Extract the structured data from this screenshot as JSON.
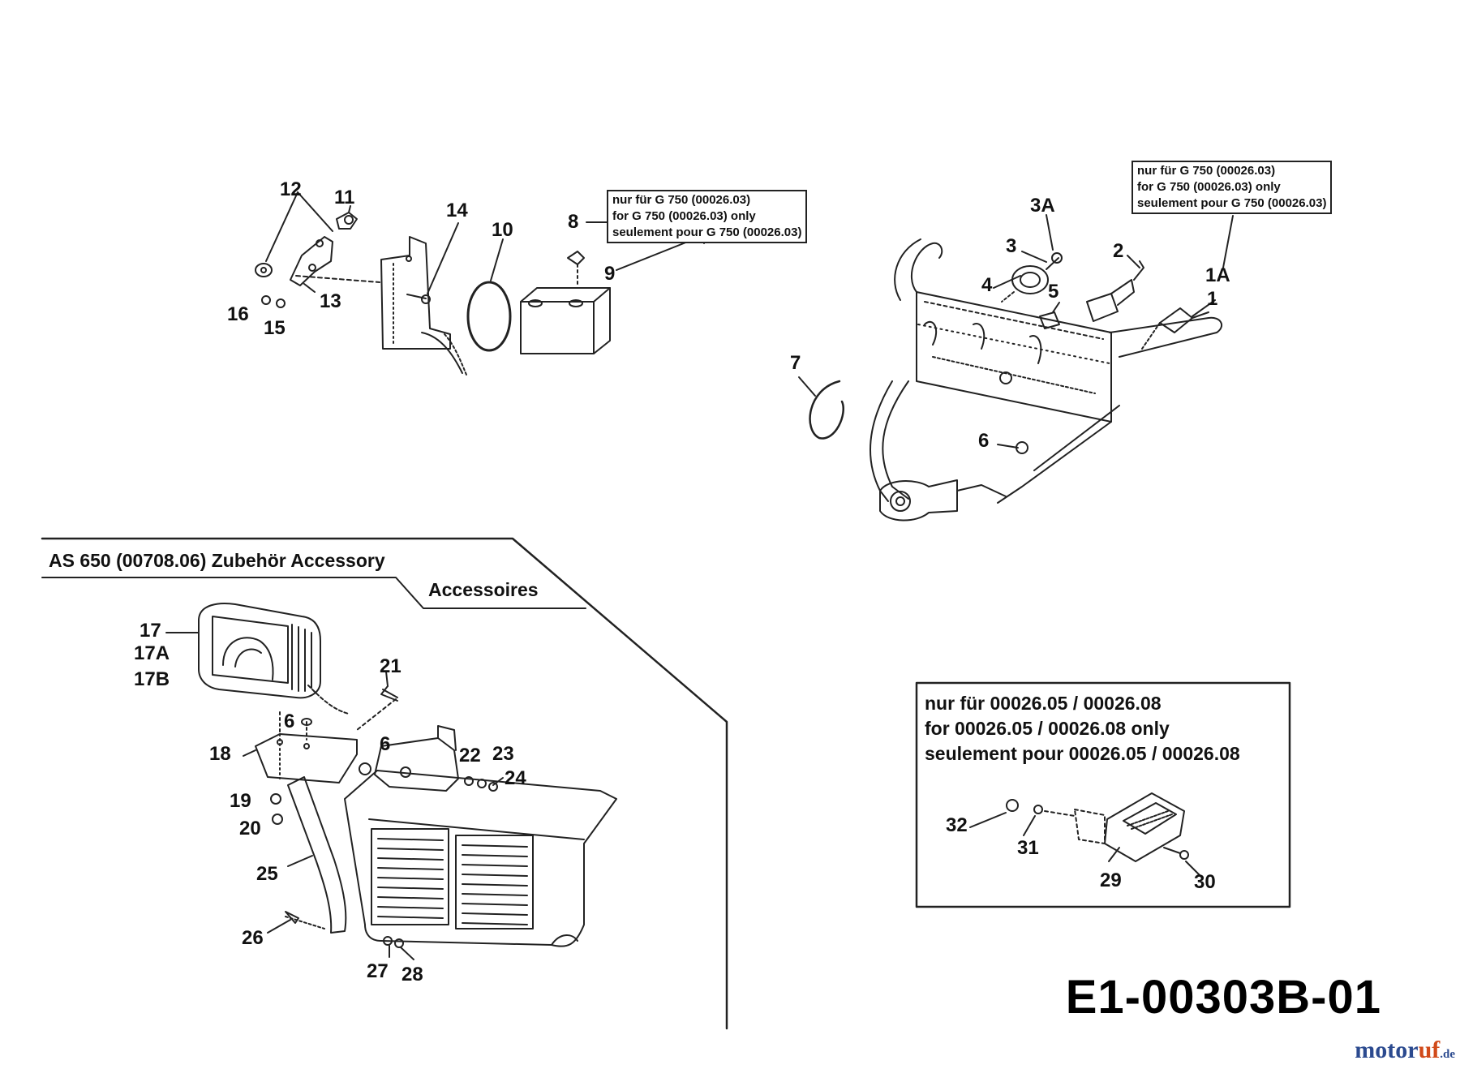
{
  "callouts": {
    "n12": "12",
    "n11": "11",
    "n14": "14",
    "n10": "10",
    "n8": "8",
    "n9": "9",
    "n13": "13",
    "n16": "16",
    "n15": "15",
    "n3A": "3A",
    "n3": "3",
    "n2": "2",
    "n1A": "1A",
    "n4": "4",
    "n5": "5",
    "n1": "1",
    "n7": "7",
    "n6a": "6",
    "n17": "17",
    "n17A": "17A",
    "n17B": "17B",
    "n21": "21",
    "n6b": "6",
    "n6c": "6",
    "n18": "18",
    "n22": "22",
    "n23": "23",
    "n24": "24",
    "n19": "19",
    "n20": "20",
    "n25": "25",
    "n26": "26",
    "n27": "27",
    "n28": "28",
    "n32": "32",
    "n31": "31",
    "n29": "29",
    "n30": "30"
  },
  "notes": {
    "g750_left": {
      "line1": "nur für G 750 (00026.03)",
      "line2": "for G 750 (00026.03) only",
      "line3": "seulement pour G 750 (00026.03)"
    },
    "g750_right": {
      "line1": "nur für G 750 (00026.03)",
      "line2": "for G 750 (00026.03) only",
      "line3": "seulement pour G 750 (00026.03)"
    },
    "variant_box": {
      "line1": "nur für 00026.05 / 00026.08",
      "line2": "for 00026.05 / 00026.08 only",
      "line3": "seulement pour 00026.05 / 00026.08"
    }
  },
  "section": {
    "title_line1": "AS 650 (00708.06)  Zubehör  Accessory",
    "title_line2": "Accessoires"
  },
  "diagram_code": "E1-00303B-01",
  "watermark": {
    "part1": "motor",
    "part2": "uf",
    "part3": ".de"
  },
  "colors": {
    "line": "#222222",
    "watermark_blue": "#2b4a8f",
    "watermark_orange": "#d14a1a"
  }
}
